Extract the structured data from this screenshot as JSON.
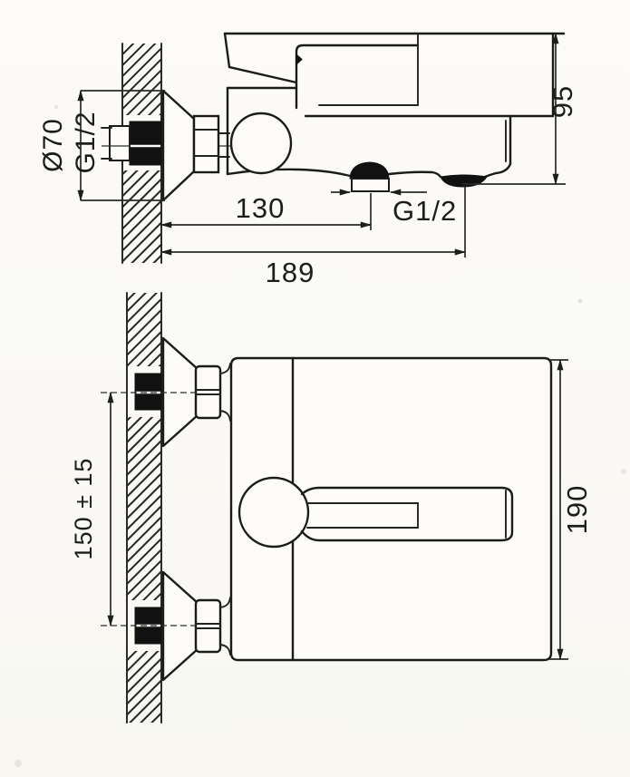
{
  "document": {
    "kind": "scanned technical dimension drawing",
    "views": [
      "side view",
      "front view"
    ]
  },
  "dimensions": {
    "side_view": {
      "escutcheon_diameter": "Ø70",
      "inlet_thread": "G1/2",
      "wall_to_shower_outlet": "130",
      "shower_outlet_thread": "G1/2",
      "wall_to_spout_tip": "189",
      "overall_height": "95"
    },
    "front_view": {
      "inlet_centres_distance": "150 ± 15",
      "overall_length": "190"
    }
  },
  "colors": {
    "ink": "#1b1b1b",
    "paper": "#fbfaf6",
    "solid_fill": "#111111"
  }
}
